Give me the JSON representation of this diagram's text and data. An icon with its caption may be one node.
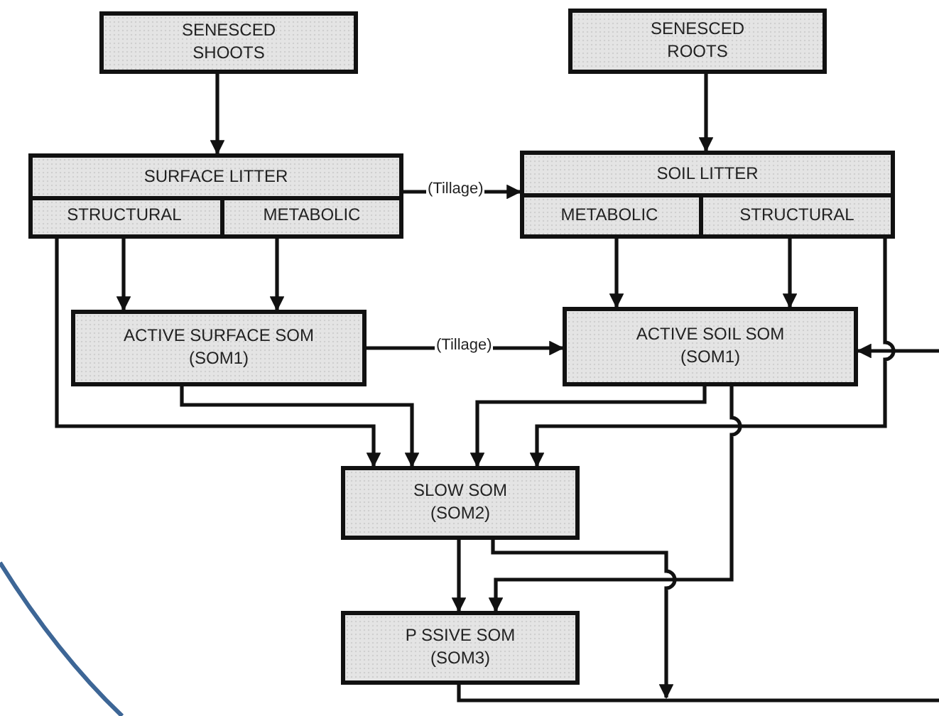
{
  "diagram": {
    "nodes": [
      {
        "text": [
          "SENESCED SHOOTS"
        ]
      },
      {
        "text": [
          "SURFACE LITTER"
        ]
      },
      {
        "text": [
          "STRUCTURAL"
        ],
        "in": 1
      },
      {
        "text": [
          "METABOLIC"
        ],
        "in": 1
      },
      {
        "text": [
          "SENESCED ROOTS"
        ]
      },
      {
        "text": [
          "SOIL LITTER"
        ]
      },
      {
        "text": [
          "METABOLIC"
        ],
        "in": 5
      },
      {
        "text": [
          "STRUCTURAL"
        ],
        "in": 5
      },
      {
        "text": [
          "ACTIVE SURFACE SOM (SOM1)"
        ]
      },
      {
        "text": [
          "ACTIVE SOIL SOM (SOM1)"
        ]
      },
      {
        "text": [
          "SLOW SOM (SOM2)"
        ]
      },
      {
        "text": [
          "P SSIVE SOM (SOM3)"
        ]
      }
    ],
    "edges": [
      {
        "from": 0,
        "to": 1,
        "arrow": "to"
      },
      {
        "from": 4,
        "to": 5,
        "arrow": "to"
      },
      {
        "from": 1,
        "to": 5,
        "arrow": "to",
        "label": "(Tillage)"
      },
      {
        "from": 2,
        "to": 8,
        "arrow": "to"
      },
      {
        "from": 3,
        "to": 8,
        "arrow": "to"
      },
      {
        "from": 2,
        "to": 10,
        "arrow": "to"
      },
      {
        "from": 8,
        "to": 9,
        "arrow": "to",
        "label": "(Tillage)"
      },
      {
        "from": 8,
        "to": 10,
        "arrow": "to"
      },
      {
        "from": 6,
        "to": 9,
        "arrow": "to"
      },
      {
        "from": 7,
        "to": 9,
        "arrow": "to"
      },
      {
        "from": 7,
        "to": 10,
        "arrow": "to"
      },
      {
        "from": 9,
        "to": 10,
        "arrow": "to"
      },
      {
        "from": 9,
        "to": 11,
        "arrow": "to"
      },
      {
        "from": 10,
        "to": 11,
        "arrow": "to"
      },
      {
        "from": 10,
        "to": null,
        "arrow": "to"
      },
      {
        "from": 11,
        "to": null,
        "arrow": "none"
      },
      {
        "from": null,
        "to": 9,
        "arrow": "to"
      }
    ]
  }
}
